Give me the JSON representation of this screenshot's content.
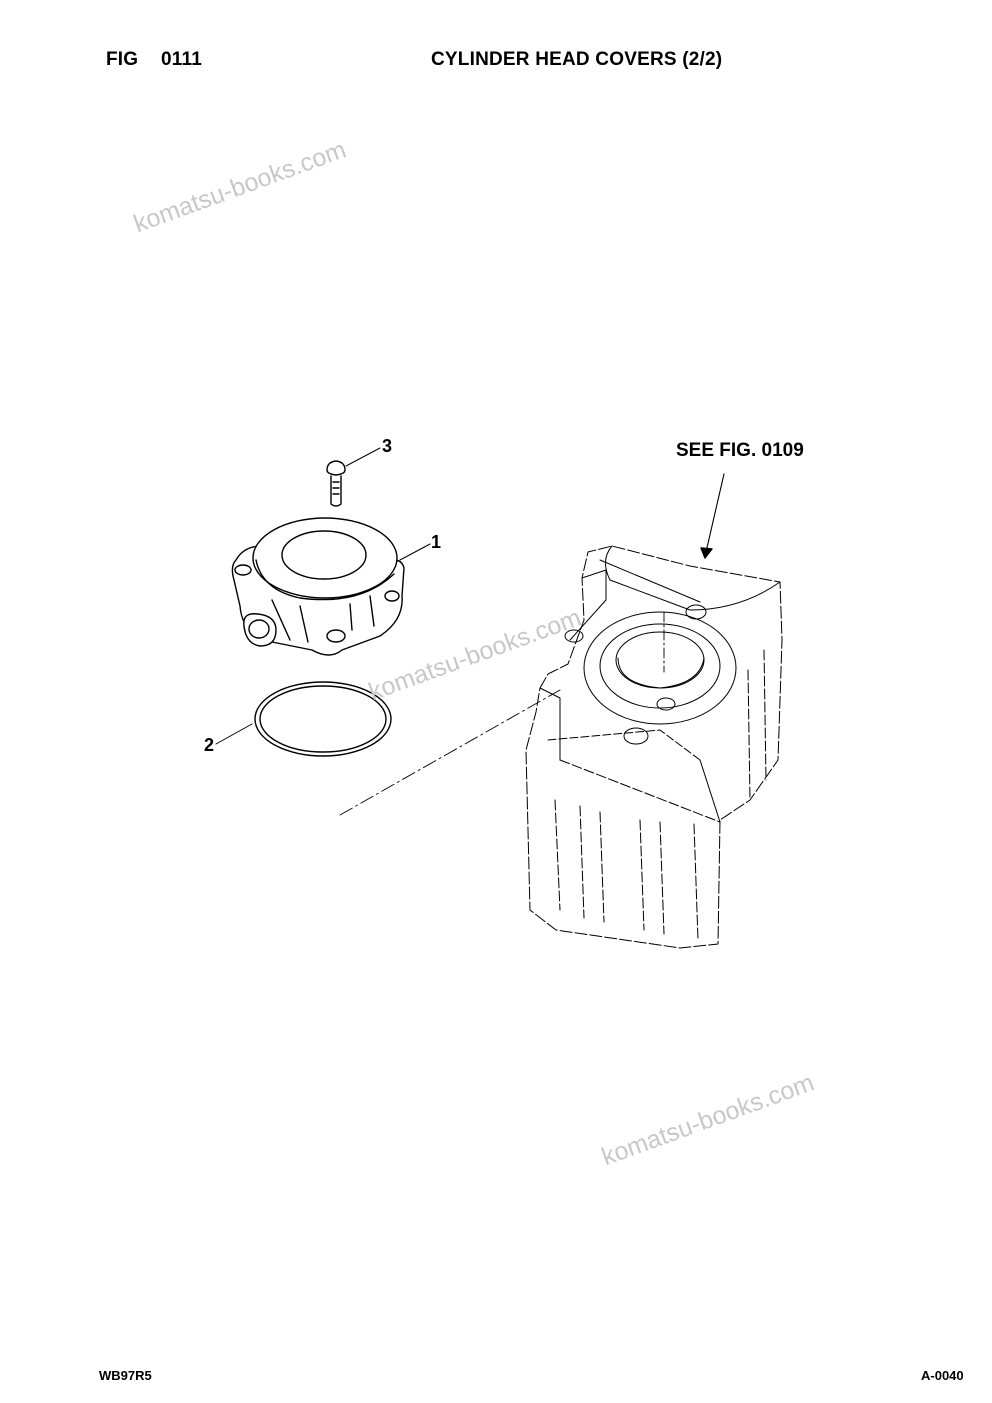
{
  "header": {
    "fig_label": "FIG",
    "fig_number": "0111",
    "title": "CYLINDER HEAD COVERS (2/2)"
  },
  "drawing": {
    "callouts": [
      "1",
      "2",
      "3"
    ],
    "reference_note": "SEE FIG. 0109"
  },
  "watermark": {
    "text": "komatsu-books.com"
  },
  "footer": {
    "model": "WB97R5",
    "page_code": "A-0040"
  }
}
